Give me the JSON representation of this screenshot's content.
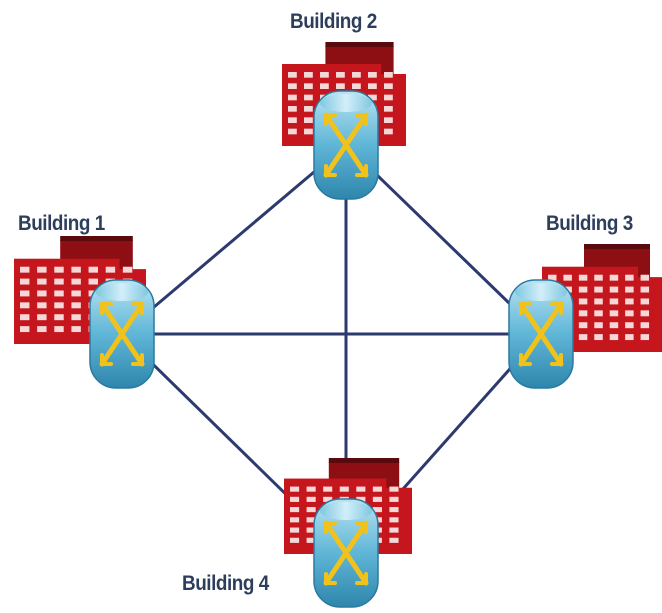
{
  "nodes": [
    {
      "id": "b1",
      "label": "Building 1",
      "device": "switch"
    },
    {
      "id": "b2",
      "label": "Building 2",
      "device": "switch"
    },
    {
      "id": "b3",
      "label": "Building 3",
      "device": "switch"
    },
    {
      "id": "b4",
      "label": "Building 4",
      "device": "switch"
    }
  ],
  "links": [
    [
      "b1",
      "b2"
    ],
    [
      "b2",
      "b3"
    ],
    [
      "b1",
      "b3"
    ],
    [
      "b2",
      "b4"
    ],
    [
      "b1",
      "b4"
    ],
    [
      "b3",
      "b4"
    ]
  ],
  "colors": {
    "link": "#2d3a6e",
    "building": "#c4161c",
    "building_dark": "#8d0f13",
    "window": "#f6d7d7",
    "switch_body": "#5fb6d6",
    "switch_cross": "#f1c21b",
    "label": "#2c3e5c"
  },
  "icons": {
    "building": "building-icon",
    "switch": "switch-icon"
  }
}
